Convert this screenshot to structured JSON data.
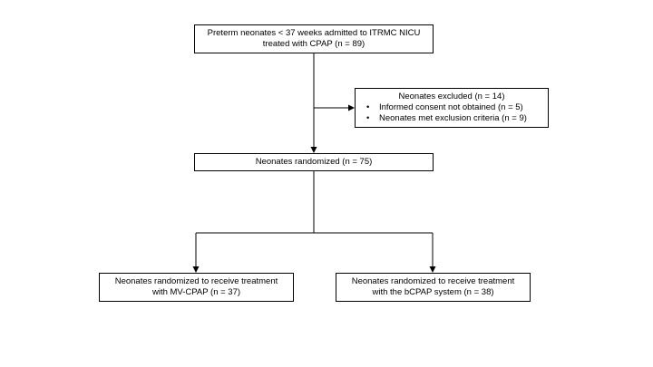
{
  "flowchart": {
    "enrolled": {
      "line1": "Preterm neonates < 37 weeks admitted to ITRMC NICU",
      "line2": "treated with CPAP (n = 89)"
    },
    "excluded": {
      "title": "Neonates excluded (n = 14)",
      "bullet_symbol": "•",
      "items": [
        "Informed consent not obtained (n = 5)",
        "Neonates met exclusion criteria (n = 9)"
      ]
    },
    "randomized": {
      "label": "Neonates randomized (n = 75)"
    },
    "arm_mvcpap": {
      "line1": "Neonates randomized to receive treatment",
      "line2": "with MV-CPAP (n = 37)"
    },
    "arm_bcpap": {
      "line1": "Neonates randomized to receive treatment",
      "line2": "with the bCPAP system (n = 38)"
    }
  },
  "colors": {
    "line": "#000000",
    "box_border": "#000000",
    "background": "#ffffff"
  }
}
